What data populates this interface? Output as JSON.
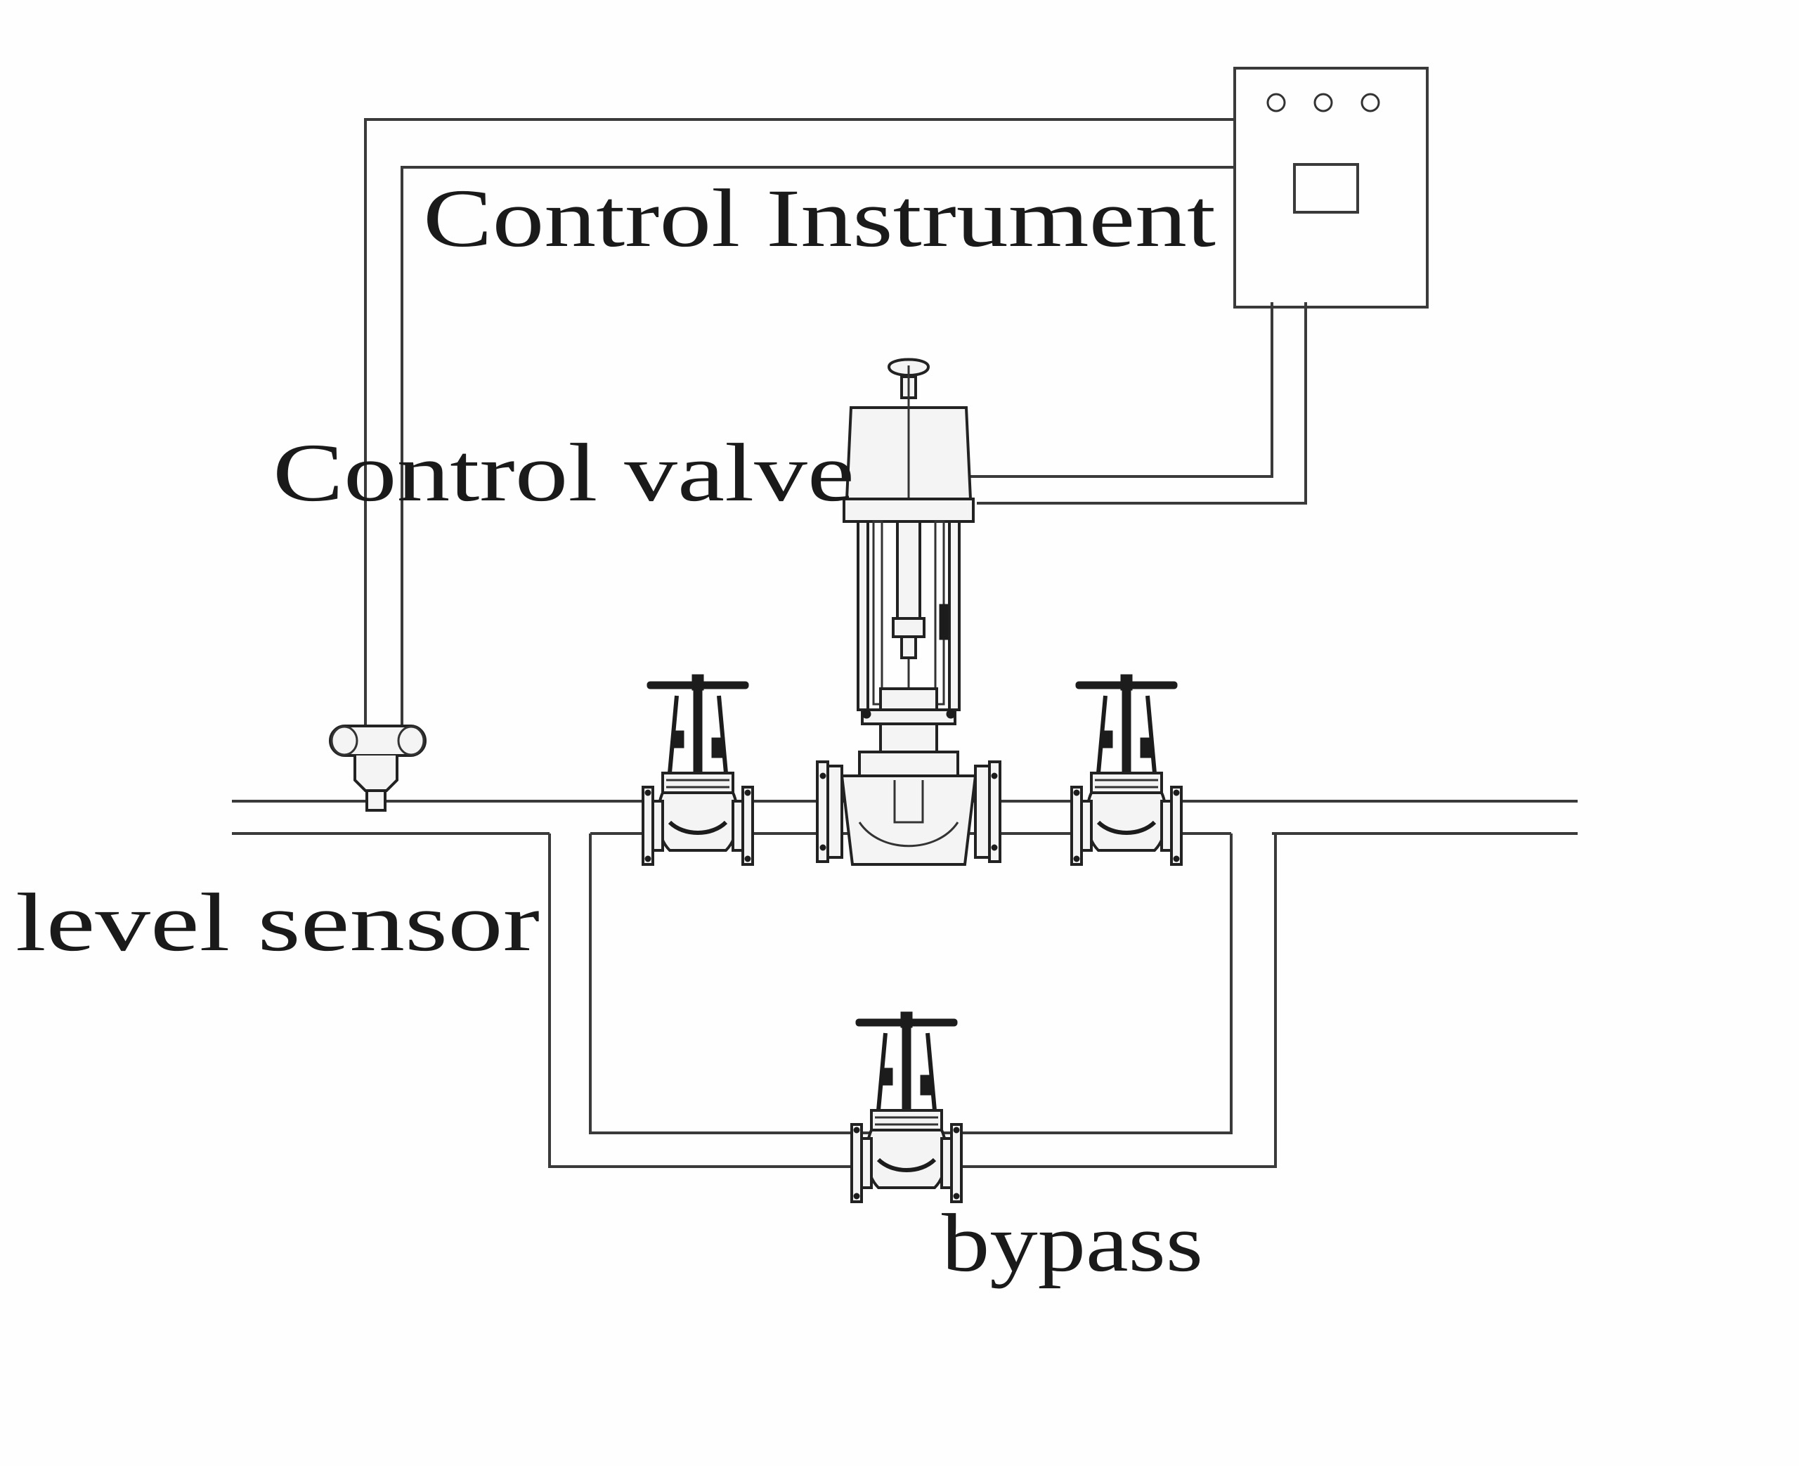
{
  "labels": {
    "control_instrument": "Control Instrument",
    "control_valve": "Control valve",
    "level_sensor": "level sensor",
    "bypass": "bypass"
  },
  "colors": {
    "background": "#fefefe",
    "line": "#3a3a3a",
    "ink": "#1c1c1c"
  },
  "icons": {
    "instrument": "control-panel-icon",
    "actuator_valve": "actuated-globe-valve-icon",
    "manual_valve": "handwheel-globe-valve-icon",
    "sensor": "level-sensor-icon"
  }
}
